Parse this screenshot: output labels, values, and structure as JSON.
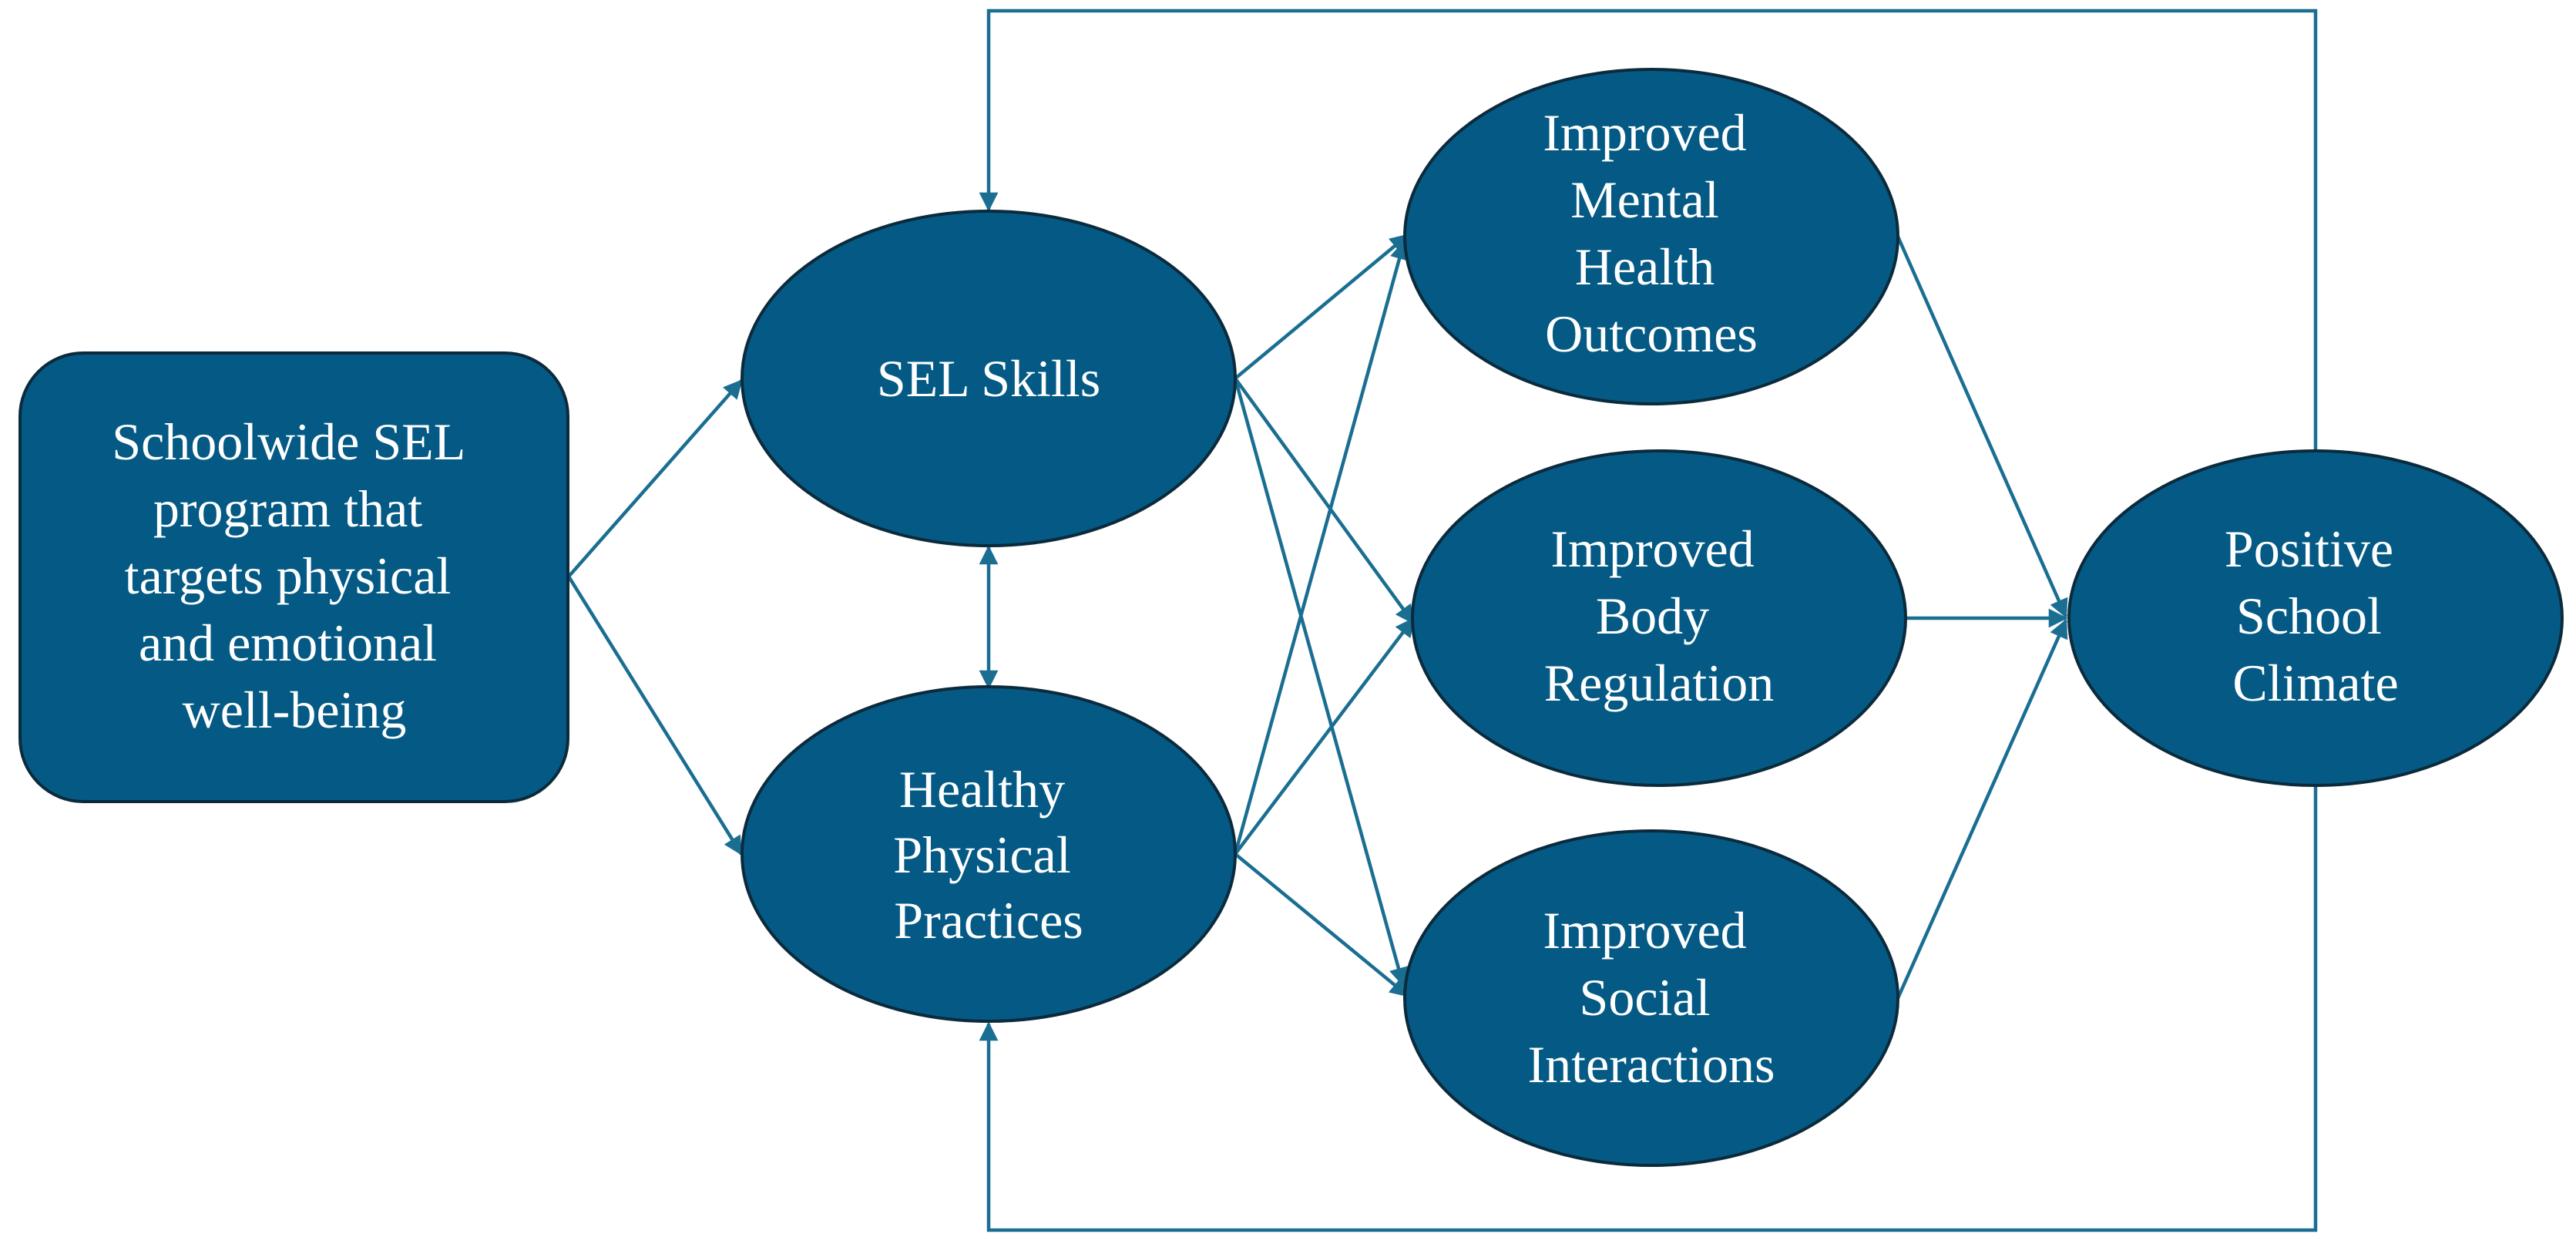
{
  "colors": {
    "node_fill": "#045a84",
    "node_stroke": "#0b2a3c",
    "edge": "#1a6e91",
    "text": "#ffffff"
  },
  "nodes": {
    "program": {
      "lines": [
        "Schoolwide SEL",
        "program that",
        "targets physical",
        "and emotional",
        "well-being"
      ]
    },
    "sel_skills": {
      "lines": [
        "SEL Skills"
      ]
    },
    "healthy_physical": {
      "lines": [
        "Healthy",
        "Physical",
        "Practices"
      ]
    },
    "mental_health": {
      "lines": [
        "Improved",
        "Mental",
        "Health",
        "Outcomes"
      ]
    },
    "body_regulation": {
      "lines": [
        "Improved",
        "Body",
        "Regulation"
      ]
    },
    "social_interactions": {
      "lines": [
        "Improved",
        "Social",
        "Interactions"
      ]
    },
    "school_climate": {
      "lines": [
        "Positive",
        "School",
        "Climate"
      ]
    }
  },
  "edges": [
    {
      "from": "program",
      "to": "sel_skills"
    },
    {
      "from": "program",
      "to": "healthy_physical"
    },
    {
      "from": "sel_skills",
      "to": "healthy_physical",
      "bidirectional": true
    },
    {
      "from": "sel_skills",
      "to": "mental_health"
    },
    {
      "from": "sel_skills",
      "to": "body_regulation"
    },
    {
      "from": "sel_skills",
      "to": "social_interactions"
    },
    {
      "from": "healthy_physical",
      "to": "mental_health"
    },
    {
      "from": "healthy_physical",
      "to": "body_regulation"
    },
    {
      "from": "healthy_physical",
      "to": "social_interactions"
    },
    {
      "from": "mental_health",
      "to": "school_climate"
    },
    {
      "from": "body_regulation",
      "to": "school_climate"
    },
    {
      "from": "social_interactions",
      "to": "school_climate"
    },
    {
      "from": "school_climate",
      "to": "sel_skills",
      "feedback": "top"
    },
    {
      "from": "school_climate",
      "to": "healthy_physical",
      "feedback": "bottom"
    }
  ]
}
